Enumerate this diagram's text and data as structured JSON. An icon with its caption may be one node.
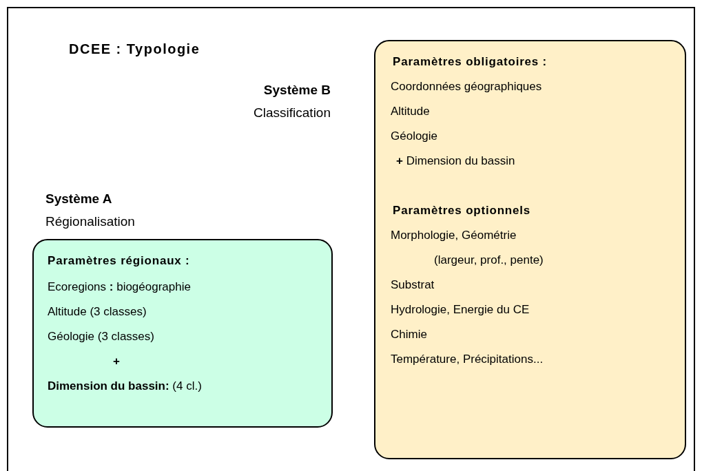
{
  "diagram": {
    "title": "DCEE : Typologie",
    "nodes": [
      {
        "text": [
          "Paramètres régionaux :",
          "Ecoregions **:** biogéographie",
          "Altitude (3 classes)",
          "Géologie (3 classes)",
          "**+**",
          "**Dimension du bassin:** (4 cl.)"
        ]
      },
      {
        "text": [
          "Paramètres obligatoires :",
          "Coordonnées géographiques",
          "Altitude",
          "Géologie",
          "**+** Dimension du bassin",
          "Paramètres optionnels",
          "Morphologie, Géométrie",
          "(largeur, prof., pente)",
          "Substrat",
          "Hydrologie, Energie du CE",
          "Chimie",
          "Température, Précipitations..."
        ]
      }
    ],
    "edges": [],
    "labels": [
      "Système B",
      "Classification",
      "Système A",
      "Régionalisation"
    ]
  }
}
